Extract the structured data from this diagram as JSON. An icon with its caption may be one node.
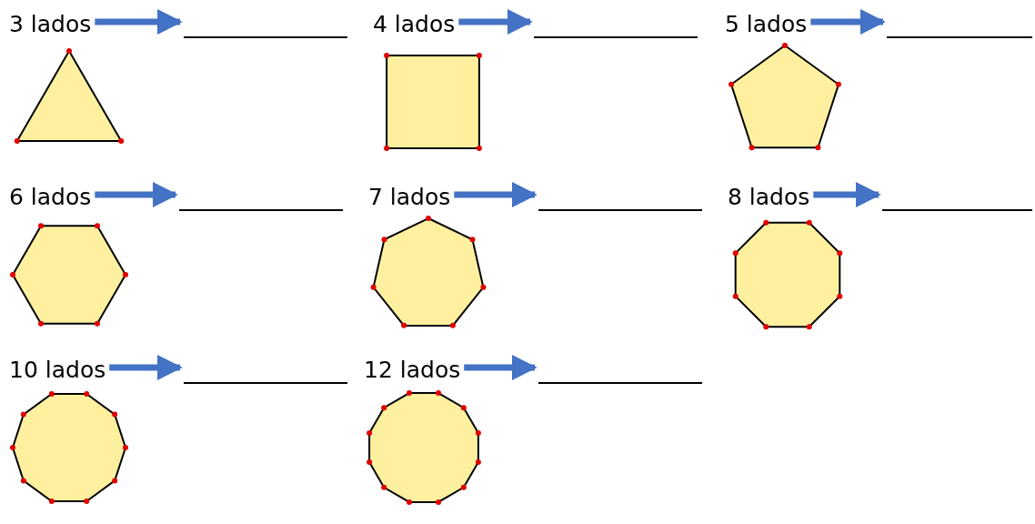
{
  "diagram": {
    "nodes": [
      {
        "text": [
          "3 lados"
        ]
      },
      {
        "text": [],
        "shape": "line"
      },
      {
        "text": [
          "4 lados"
        ]
      },
      {
        "text": [],
        "shape": "line"
      },
      {
        "text": [
          "5 lados"
        ]
      },
      {
        "text": [],
        "shape": "line"
      },
      {
        "text": [
          "6 lados"
        ]
      },
      {
        "text": [],
        "shape": "line"
      },
      {
        "text": [
          "7 lados"
        ]
      },
      {
        "text": [],
        "shape": "line"
      },
      {
        "text": [
          "8 lados"
        ]
      },
      {
        "text": [],
        "shape": "line"
      },
      {
        "text": [
          "10 lados"
        ]
      },
      {
        "text": [],
        "shape": "line"
      },
      {
        "text": [
          "12 lados"
        ]
      },
      {
        "text": [],
        "shape": "line"
      }
    ],
    "edges": [
      {
        "from": 0,
        "to": 1,
        "arrow": "to"
      },
      {
        "from": 2,
        "to": 3,
        "arrow": "to"
      },
      {
        "from": 4,
        "to": 5,
        "arrow": "to"
      },
      {
        "from": 6,
        "to": 7,
        "arrow": "to"
      },
      {
        "from": 8,
        "to": 9,
        "arrow": "to"
      },
      {
        "from": 10,
        "to": 11,
        "arrow": "to"
      },
      {
        "from": 12,
        "to": 13,
        "arrow": "to"
      },
      {
        "from": 14,
        "to": 15,
        "arrow": "to"
      }
    ]
  }
}
